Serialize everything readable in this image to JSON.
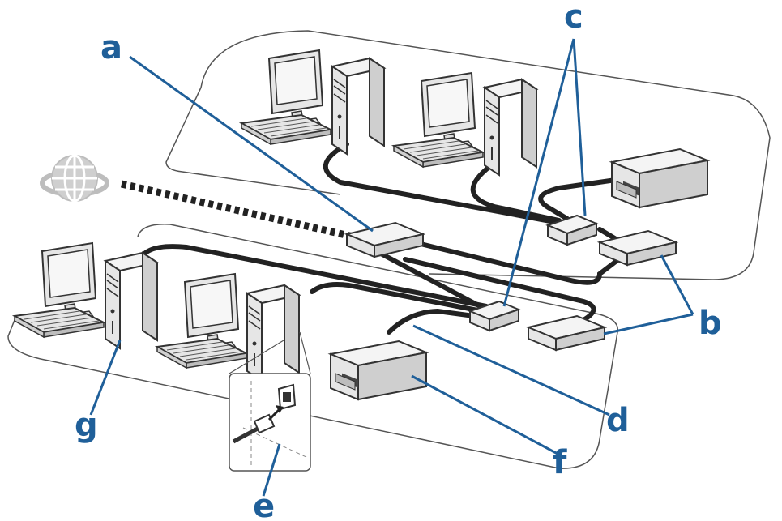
{
  "diagram": {
    "callouts": {
      "a": "a",
      "b": "b",
      "c": "c",
      "d": "d",
      "e": "e",
      "f": "f",
      "g": "g"
    },
    "colors": {
      "callout": "#1f5f99",
      "outline": "#333333",
      "floor": "#555555",
      "panel": "#e8e8e8",
      "screen": "#f4f4f4",
      "cable": "#222222"
    }
  }
}
